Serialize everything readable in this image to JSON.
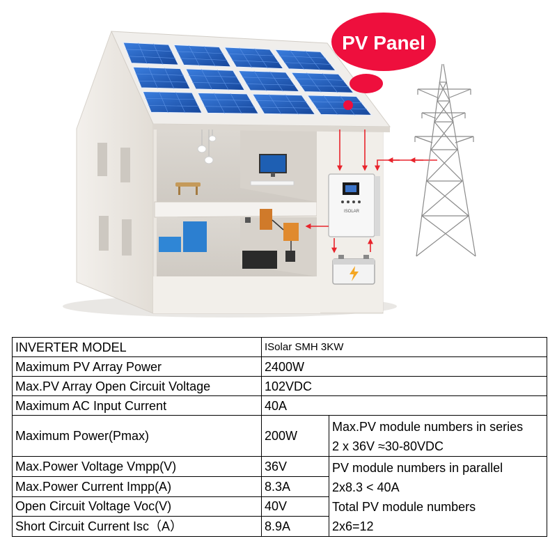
{
  "callout": {
    "label": "PV Panel"
  },
  "inverter": {
    "brand": "ISOLAR"
  },
  "colors": {
    "callout": "#ee0f3d",
    "arrow": "#e8232b",
    "panel": "#1f5fc6",
    "wall": "#ece8e2"
  },
  "spec_table": {
    "rows": [
      {
        "label": "INVERTER MODEL",
        "value": "ISolar SMH 3KW"
      },
      {
        "label": "Maximum PV Array Power",
        "value": "2400W"
      },
      {
        "label": "Max.PV Array Open Circuit Voltage",
        "value": "102VDC"
      },
      {
        "label": "Maximum AC Input Current",
        "value": "40A"
      },
      {
        "label": "Maximum Power(Pmax)",
        "value": "200W"
      },
      {
        "label": "Max.Power Voltage Vmpp(V)",
        "value": "36V"
      },
      {
        "label": "Max.Power Current Impp(A)",
        "value": "8.3A"
      },
      {
        "label": "Open Circuit Voltage Voc(V)",
        "value": "40V"
      },
      {
        "label": "Short Circuit Current Isc（A）",
        "value": "8.9A"
      }
    ],
    "notes": {
      "series_title": "Max.PV module numbers in series",
      "series_value": "2 x 36V ≈30-80VDC",
      "parallel_title": "PV module numbers in parallel",
      "parallel_value": "2x8.3 < 40A",
      "total_title": "Total PV module numbers",
      "total_value": "2x6=12"
    }
  }
}
